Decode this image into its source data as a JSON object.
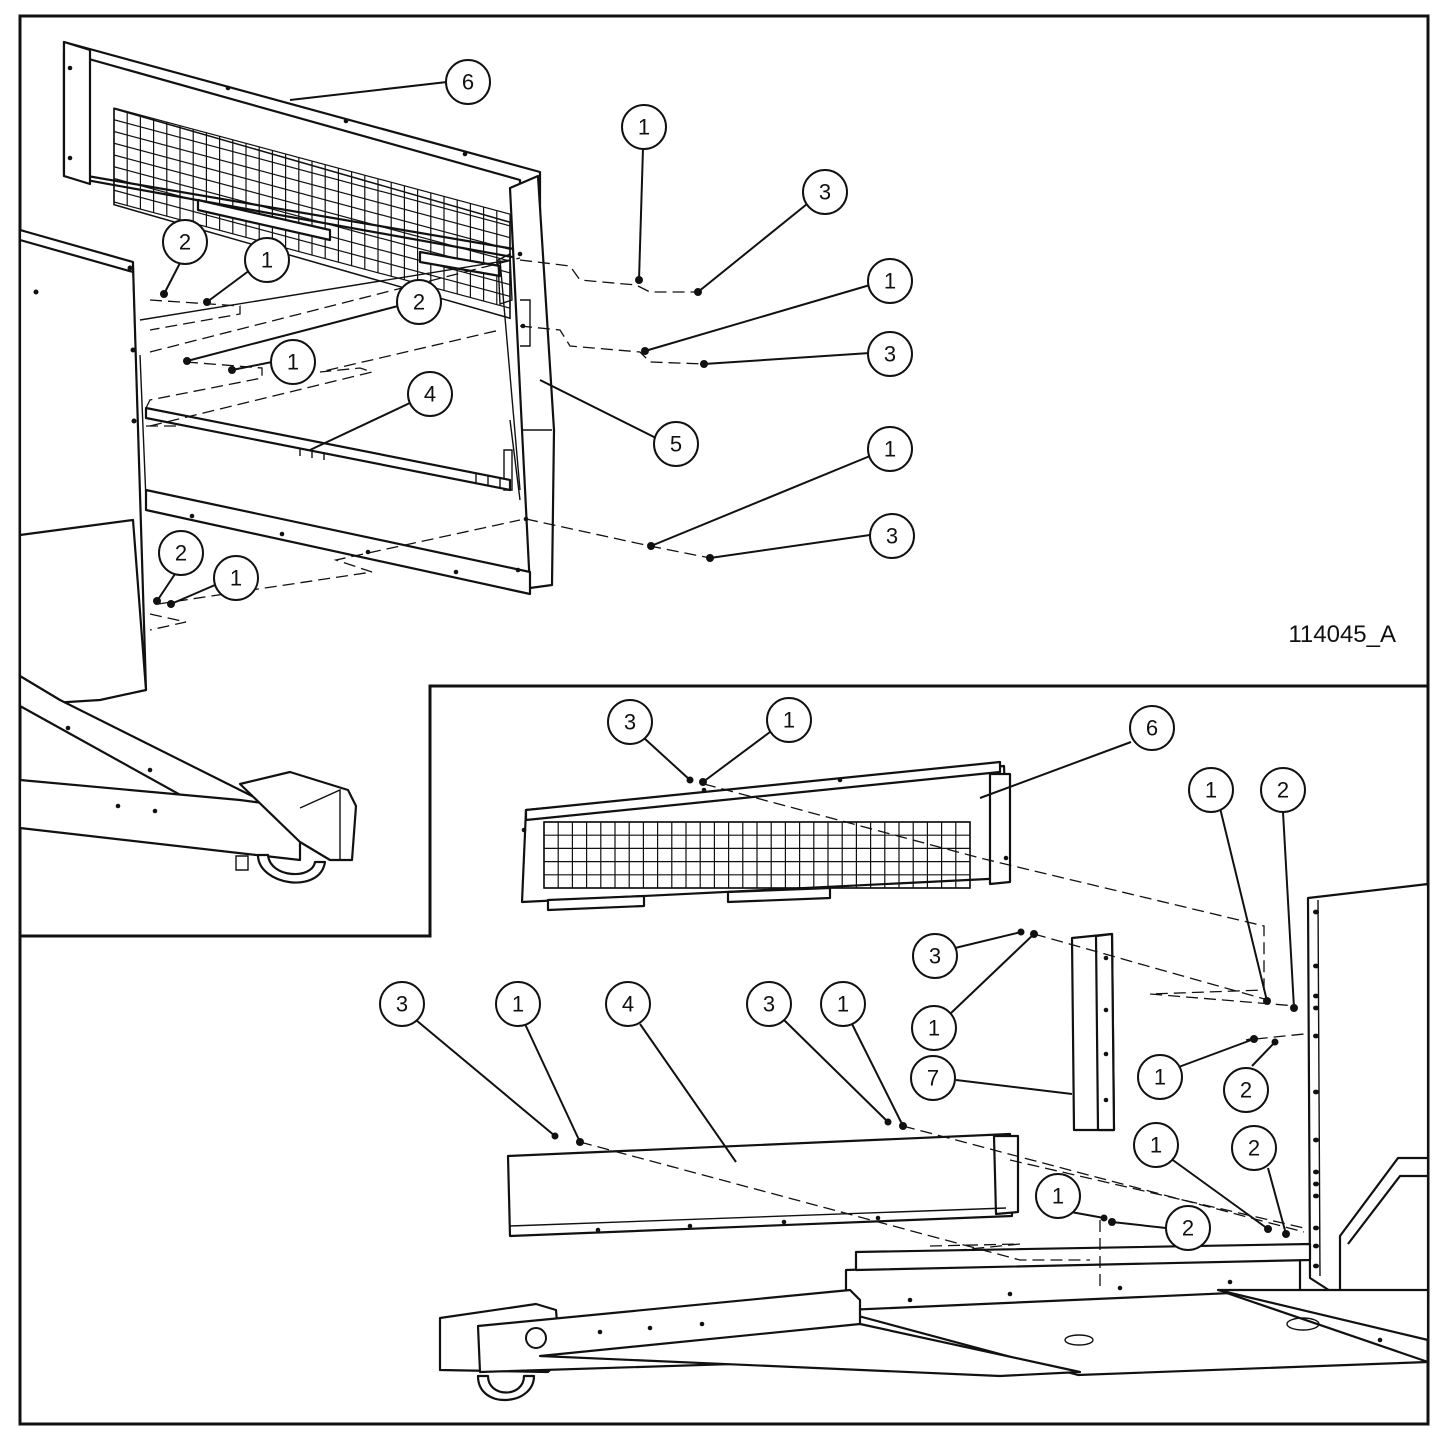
{
  "drawing_id": "114045_A",
  "upper_view": {
    "callouts": [
      {
        "id": "u6",
        "label": "6"
      },
      {
        "id": "u1a",
        "label": "1"
      },
      {
        "id": "u3a",
        "label": "3"
      },
      {
        "id": "u2a",
        "label": "2"
      },
      {
        "id": "u1b",
        "label": "1"
      },
      {
        "id": "u1c",
        "label": "1"
      },
      {
        "id": "u2b",
        "label": "2"
      },
      {
        "id": "u3b",
        "label": "3"
      },
      {
        "id": "u1d",
        "label": "1"
      },
      {
        "id": "u4",
        "label": "4"
      },
      {
        "id": "u5",
        "label": "5"
      },
      {
        "id": "u1e",
        "label": "1"
      },
      {
        "id": "u3c",
        "label": "3"
      },
      {
        "id": "u2c",
        "label": "2"
      },
      {
        "id": "u1f",
        "label": "1"
      }
    ]
  },
  "lower_view": {
    "callouts": [
      {
        "id": "l3a",
        "label": "3"
      },
      {
        "id": "l1a",
        "label": "1"
      },
      {
        "id": "l6",
        "label": "6"
      },
      {
        "id": "l1b",
        "label": "1"
      },
      {
        "id": "l2a",
        "label": "2"
      },
      {
        "id": "l3b",
        "label": "3"
      },
      {
        "id": "l1c",
        "label": "1"
      },
      {
        "id": "l3c",
        "label": "3"
      },
      {
        "id": "l1d",
        "label": "1"
      },
      {
        "id": "l4",
        "label": "4"
      },
      {
        "id": "l3d",
        "label": "3"
      },
      {
        "id": "l1e",
        "label": "1"
      },
      {
        "id": "l7",
        "label": "7"
      },
      {
        "id": "l1f",
        "label": "1"
      },
      {
        "id": "l2b",
        "label": "2"
      },
      {
        "id": "l1g",
        "label": "1"
      },
      {
        "id": "l2c",
        "label": "2"
      },
      {
        "id": "l1h",
        "label": "1"
      },
      {
        "id": "l2d",
        "label": "2"
      }
    ]
  }
}
